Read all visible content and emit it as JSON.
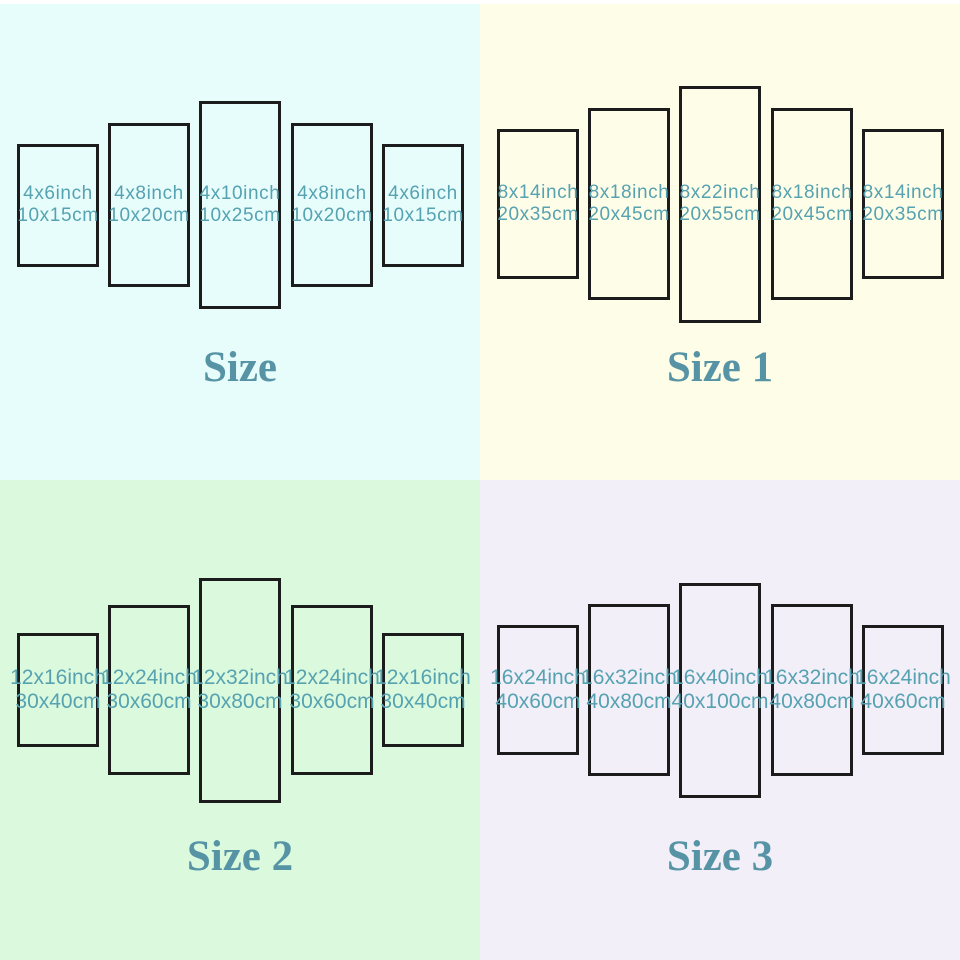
{
  "image_type": "canvas-wall-art-size-chart",
  "colors": {
    "panel_border": "#1c1c1c",
    "label_text": "#56a2b1",
    "title_text": "#5694a5",
    "top_strip": "#ffffff"
  },
  "quadrants": [
    {
      "title": "Size",
      "bg": "#e6fdfc",
      "panels": [
        {
          "line1": "4x6inch",
          "line2": "10x15cm"
        },
        {
          "line1": "4x8inch",
          "line2": "10x20cm"
        },
        {
          "line1": "4x10inch",
          "line2": "10x25cm"
        },
        {
          "line1": "4x8inch",
          "line2": "10x20cm"
        },
        {
          "line1": "4x6inch",
          "line2": "10x15cm"
        }
      ]
    },
    {
      "title": "Size 1",
      "bg": "#fefde8",
      "panels": [
        {
          "line1": "8x14inch",
          "line2": "20x35cm"
        },
        {
          "line1": "8x18inch",
          "line2": "20x45cm"
        },
        {
          "line1": "8x22inch",
          "line2": "20x55cm"
        },
        {
          "line1": "8x18inch",
          "line2": "20x45cm"
        },
        {
          "line1": "8x14inch",
          "line2": "20x35cm"
        }
      ]
    },
    {
      "title": "Size 2",
      "bg": "#dbfadd",
      "panels": [
        {
          "line1": "12x16inch",
          "line2": "30x40cm"
        },
        {
          "line1": "12x24inch",
          "line2": "30x60cm"
        },
        {
          "line1": "12x32inch",
          "line2": "30x80cm"
        },
        {
          "line1": "12x24inch",
          "line2": "30x60cm"
        },
        {
          "line1": "12x16inch",
          "line2": "30x40cm"
        }
      ]
    },
    {
      "title": "Size 3",
      "bg": "#f3eff9",
      "panels": [
        {
          "line1": "16x24inch",
          "line2": "40x60cm"
        },
        {
          "line1": "16x32inch",
          "line2": "40x80cm"
        },
        {
          "line1": "16x40inch",
          "line2": "40x100cm"
        },
        {
          "line1": "16x32inch",
          "line2": "40x80cm"
        },
        {
          "line1": "16x24inch",
          "line2": "40x60cm"
        }
      ]
    }
  ]
}
